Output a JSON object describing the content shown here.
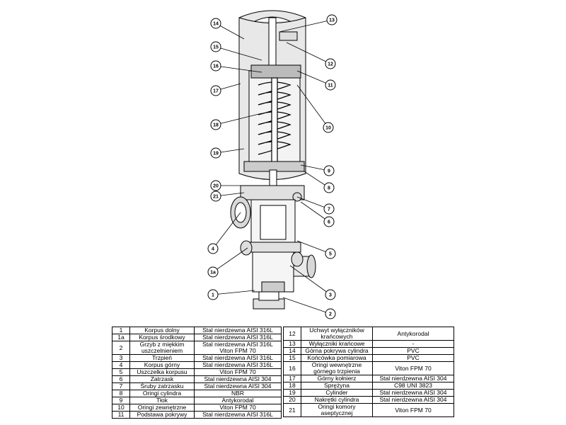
{
  "parts_left": [
    {
      "no": "1",
      "name": "Korpus dolny",
      "material": "Stal nierdzewna AISI 316L"
    },
    {
      "no": "1a",
      "name": "Korpus środkowy",
      "material": "Stal nierdzewna AISI 316L"
    },
    {
      "no": "2",
      "name": "Grzyb z miękkim\nuszczelnieniem",
      "material": "Stal nierdzewna AISI 316L\nViton FPM 70"
    },
    {
      "no": "3",
      "name": "Trzpień",
      "material": "Stal nierdzewna AISI 316L"
    },
    {
      "no": "4",
      "name": "Korpus górny",
      "material": "Stal nierdzewna AISI 316L"
    },
    {
      "no": "5",
      "name": "Uszczelka korpusu",
      "material": "Viton FPM 70"
    },
    {
      "no": "6",
      "name": "Zatrzask",
      "material": "Stal nierdzewna AISI 304"
    },
    {
      "no": "7",
      "name": "Śruby zatrzasku",
      "material": "Stal nierdzewna AISI 304"
    },
    {
      "no": "8",
      "name": "Oringi cylindra",
      "material": "NBR"
    },
    {
      "no": "9",
      "name": "Tłok",
      "material": "Antykorodal"
    },
    {
      "no": "10",
      "name": "Oringi zewnętrzne",
      "material": "Viton FPM 70"
    },
    {
      "no": "11",
      "name": "Podstawa pokrywy",
      "material": "Stal nierdzewna AISI 316L"
    }
  ],
  "parts_right": [
    {
      "no": "12",
      "name": "Uchwyt wyłączników\nkrańcowych",
      "material": "Antykorodal"
    },
    {
      "no": "13",
      "name": "Wyłączniki krańcowe",
      "material": "-"
    },
    {
      "no": "14",
      "name": "Górna pokrywa cylindra",
      "material": "PVC"
    },
    {
      "no": "15",
      "name": "Końcówka pomiarowa",
      "material": "PVC"
    },
    {
      "no": "16",
      "name": "Oringi wewnętrzne\ngórnego trzpienia",
      "material": "Viton FPM 70"
    },
    {
      "no": "17",
      "name": "Górny kołnierz",
      "material": "Stal nierdzewna AISI 304"
    },
    {
      "no": "18",
      "name": "Sprężyna",
      "material": "C98 UNI 3823"
    },
    {
      "no": "19",
      "name": "Cylinder",
      "material": "Stal nierdzewna AISI 304"
    },
    {
      "no": "20",
      "name": "Nakrętki cylindra",
      "material": "Stal nierdzewna AISI 304"
    },
    {
      "no": "21",
      "name": "Oringi komory\naseptycznej",
      "material": "Viton FPM 70"
    }
  ],
  "callouts_left": [
    "14",
    "15",
    "16",
    "17",
    "18",
    "19",
    "20",
    "21",
    "4",
    "1a",
    "1"
  ],
  "callouts_right": [
    "13",
    "12",
    "11",
    "10",
    "9",
    "8",
    "7",
    "6",
    "5",
    "3",
    "2"
  ]
}
